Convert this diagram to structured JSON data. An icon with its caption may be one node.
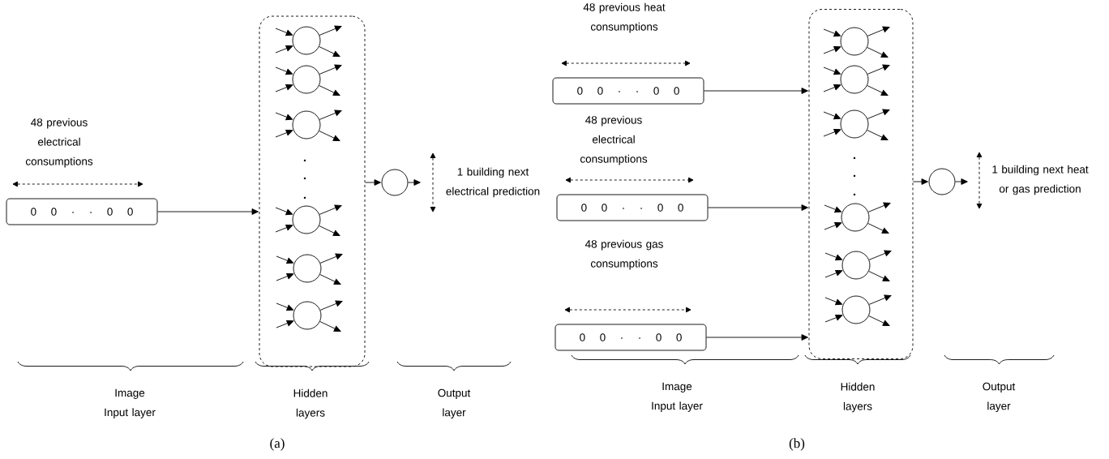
{
  "diagram": {
    "nodes": [
      {
        "text": [
          "0 0 · · 0 0"
        ]
      },
      {
        "text": [],
        "shape": "box"
      },
      {
        "text": [],
        "shape": "circle",
        "in": 1
      },
      {
        "text": [],
        "shape": "circle",
        "in": 1
      },
      {
        "text": [],
        "shape": "circle",
        "in": 1
      },
      {
        "text": [],
        "shape": "circle",
        "in": 1
      },
      {
        "text": [],
        "shape": "circle",
        "in": 1
      },
      {
        "text": [],
        "shape": "circle",
        "in": 1
      },
      {
        "text": [],
        "shape": "circle"
      },
      {
        "text": [
          "0 0 · · 0 0"
        ]
      },
      {
        "text": [
          "0 0 · · 0 0"
        ]
      },
      {
        "text": [
          "0 0 · · 0 0"
        ]
      },
      {
        "text": [],
        "shape": "box"
      },
      {
        "text": [],
        "shape": "circle",
        "in": 12
      },
      {
        "text": [],
        "shape": "circle",
        "in": 12
      },
      {
        "text": [],
        "shape": "circle",
        "in": 12
      },
      {
        "text": [],
        "shape": "circle",
        "in": 12
      },
      {
        "text": [],
        "shape": "circle",
        "in": 12
      },
      {
        "text": [],
        "shape": "circle",
        "in": 12
      },
      {
        "text": [],
        "shape": "circle"
      }
    ],
    "edges": [
      {
        "from": 0,
        "to": 1,
        "arrow": "to"
      },
      {
        "from": 1,
        "to": 8,
        "arrow": "to"
      },
      {
        "from": 8,
        "to": null,
        "arrow": "to"
      },
      {
        "from": 9,
        "to": 12,
        "arrow": "to"
      },
      {
        "from": 10,
        "to": 12,
        "arrow": "to"
      },
      {
        "from": 11,
        "to": 12,
        "arrow": "to"
      },
      {
        "from": 12,
        "to": 19,
        "arrow": "to"
      },
      {
        "from": 19,
        "to": null,
        "arrow": "to"
      },
      {
        "from": null,
        "to": 2,
        "arrow": "to"
      },
      {
        "from": null,
        "to": 2,
        "arrow": "to"
      },
      {
        "from": 2,
        "to": null,
        "arrow": "to"
      },
      {
        "from": 2,
        "to": null,
        "arrow": "to"
      },
      {
        "from": null,
        "to": 3,
        "arrow": "to"
      },
      {
        "from": null,
        "to": 3,
        "arrow": "to"
      },
      {
        "from": 3,
        "to": null,
        "arrow": "to"
      },
      {
        "from": 3,
        "to": null,
        "arrow": "to"
      },
      {
        "from": null,
        "to": 4,
        "arrow": "to"
      },
      {
        "from": null,
        "to": 4,
        "arrow": "to"
      },
      {
        "from": 4,
        "to": null,
        "arrow": "to"
      },
      {
        "from": 4,
        "to": null,
        "arrow": "to"
      },
      {
        "from": null,
        "to": 5,
        "arrow": "to"
      },
      {
        "from": null,
        "to": 5,
        "arrow": "to"
      },
      {
        "from": 5,
        "to": null,
        "arrow": "to"
      },
      {
        "from": 5,
        "to": null,
        "arrow": "to"
      },
      {
        "from": null,
        "to": 6,
        "arrow": "to"
      },
      {
        "from": null,
        "to": 6,
        "arrow": "to"
      },
      {
        "from": 6,
        "to": null,
        "arrow": "to"
      },
      {
        "from": 6,
        "to": null,
        "arrow": "to"
      },
      {
        "from": null,
        "to": 7,
        "arrow": "to"
      },
      {
        "from": null,
        "to": 7,
        "arrow": "to"
      },
      {
        "from": 7,
        "to": null,
        "arrow": "to"
      },
      {
        "from": 7,
        "to": null,
        "arrow": "to"
      },
      {
        "from": null,
        "to": 13,
        "arrow": "to"
      },
      {
        "from": null,
        "to": 13,
        "arrow": "to"
      },
      {
        "from": 13,
        "to": null,
        "arrow": "to"
      },
      {
        "from": 13,
        "to": null,
        "arrow": "to"
      },
      {
        "from": null,
        "to": 14,
        "arrow": "to"
      },
      {
        "from": null,
        "to": 14,
        "arrow": "to"
      },
      {
        "from": 14,
        "to": null,
        "arrow": "to"
      },
      {
        "from": 14,
        "to": null,
        "arrow": "to"
      },
      {
        "from": null,
        "to": 15,
        "arrow": "to"
      },
      {
        "from": null,
        "to": 15,
        "arrow": "to"
      },
      {
        "from": 15,
        "to": null,
        "arrow": "to"
      },
      {
        "from": 15,
        "to": null,
        "arrow": "to"
      },
      {
        "from": null,
        "to": 16,
        "arrow": "to"
      },
      {
        "from": null,
        "to": 16,
        "arrow": "to"
      },
      {
        "from": 16,
        "to": null,
        "arrow": "to"
      },
      {
        "from": 16,
        "to": null,
        "arrow": "to"
      },
      {
        "from": null,
        "to": 17,
        "arrow": "to"
      },
      {
        "from": null,
        "to": 17,
        "arrow": "to"
      },
      {
        "from": 17,
        "to": null,
        "arrow": "to"
      },
      {
        "from": 17,
        "to": null,
        "arrow": "to"
      },
      {
        "from": null,
        "to": 18,
        "arrow": "to"
      },
      {
        "from": null,
        "to": 18,
        "arrow": "to"
      },
      {
        "from": 18,
        "to": null,
        "arrow": "to"
      },
      {
        "from": 18,
        "to": null,
        "arrow": "to"
      }
    ],
    "labels": [
      "48 previous electrical consumptions",
      "1 building next electrical prediction",
      "Image Input layer",
      "Hidden layers",
      "Output layer",
      "(a)",
      "48 previous heat consumptions",
      "48 previous electrical consumptions",
      "48 previous gas consumptions",
      "1 building next heat or gas prediction",
      "Image Input layer",
      "Hidden layers",
      "Output layer",
      "(b)"
    ]
  }
}
